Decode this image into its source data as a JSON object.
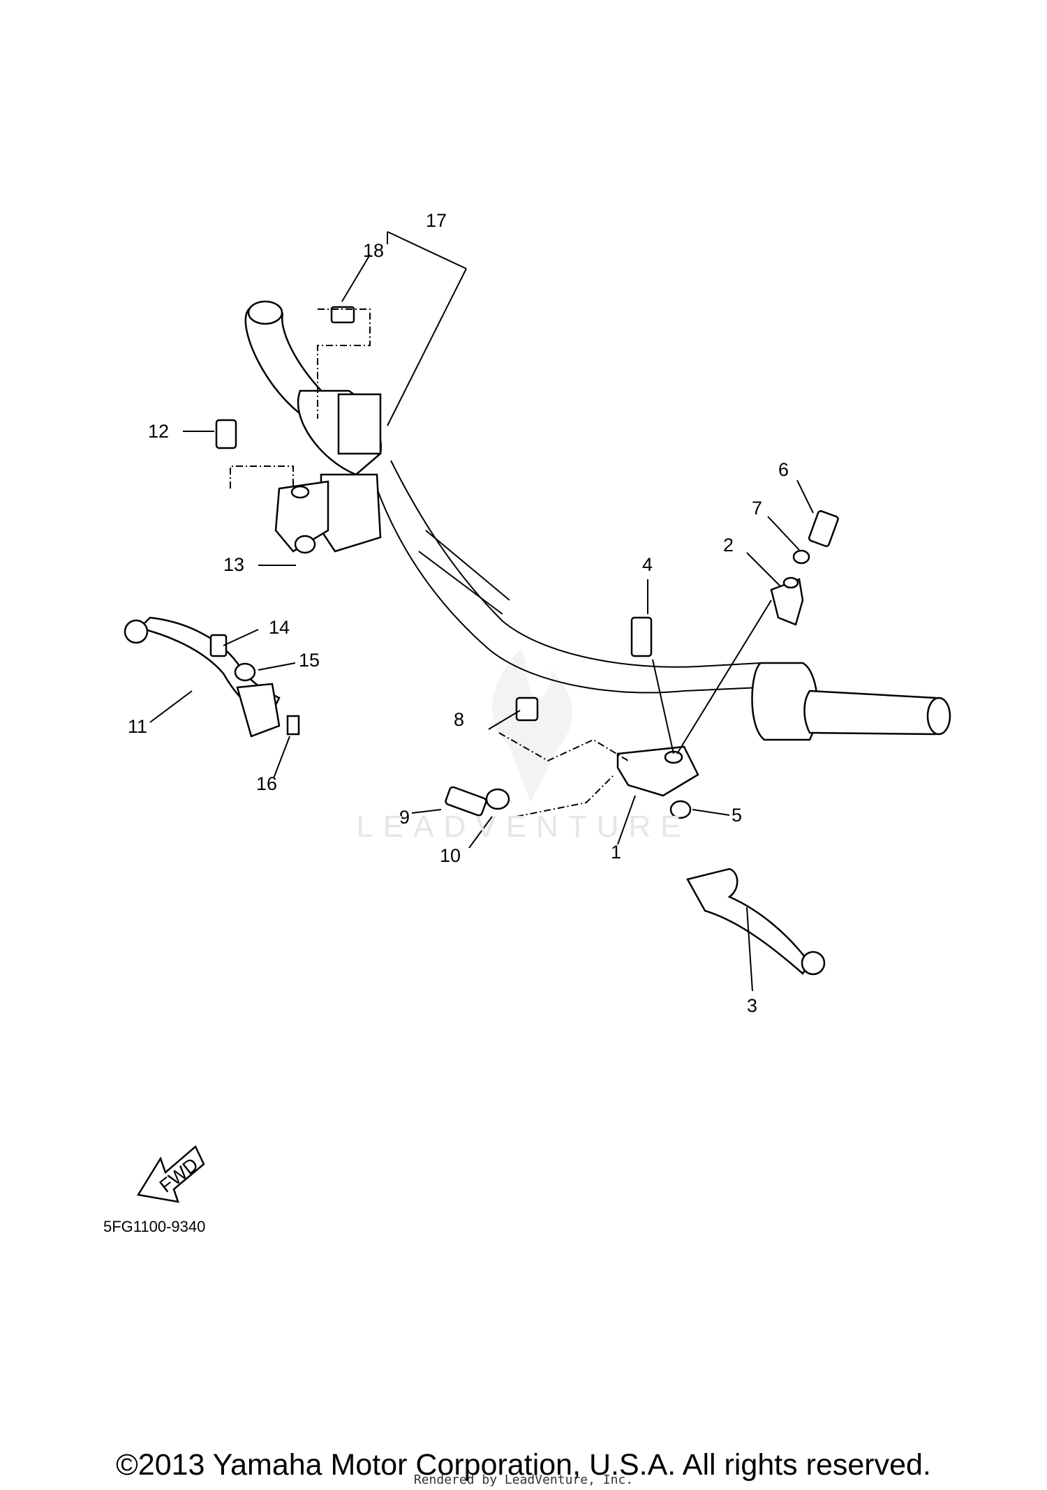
{
  "diagram": {
    "callouts": [
      "1",
      "2",
      "3",
      "4",
      "5",
      "6",
      "7",
      "8",
      "9",
      "10",
      "11",
      "12",
      "13",
      "14",
      "15",
      "16",
      "17",
      "18"
    ],
    "fwd_label": "FWD",
    "part_code": "5FG1100-9340",
    "watermark": "LEADVENTURE"
  },
  "footer": {
    "copyright": "©2013 Yamaha Motor Corporation, U.S.A. All rights reserved.",
    "rendered_by": "Rendered by LeadVenture, Inc."
  }
}
